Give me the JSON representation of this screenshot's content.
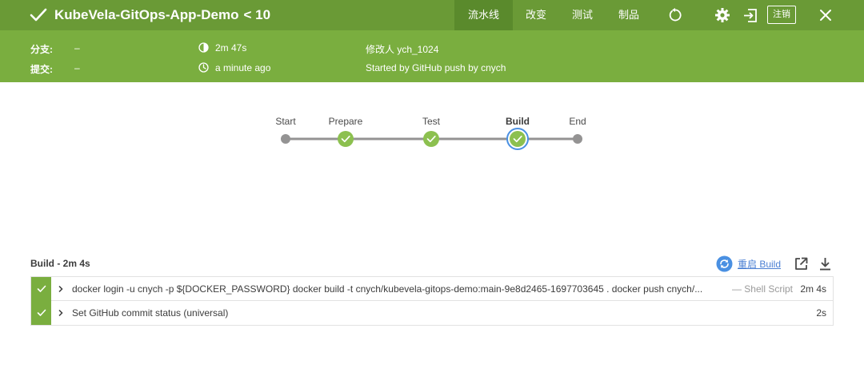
{
  "header": {
    "app_title": "KubeVela-GitOps-App-Demo",
    "run_number": "< 10",
    "tabs": [
      {
        "label": "流水线",
        "active": true
      },
      {
        "label": "改变",
        "active": false
      },
      {
        "label": "测试",
        "active": false
      },
      {
        "label": "制品",
        "active": false
      }
    ],
    "logout_label": "注销",
    "icons": [
      "check-icon",
      "replay-icon",
      "gear-icon",
      "exit-icon",
      "close-icon"
    ],
    "colors": {
      "bar": "#6a9a36",
      "active_tab": "#5a8a2c",
      "info_band": "#7aae3f"
    }
  },
  "info": {
    "branch_label": "分支:",
    "branch_value": "–",
    "commit_label": "提交:",
    "commit_value": "–",
    "duration": "2m 47s",
    "time_ago": "a minute ago",
    "changed_by": "修改人 ych_1024",
    "cause": "Started by GitHub push by cnych"
  },
  "pipeline": {
    "stages": [
      {
        "label": "Start",
        "kind": "terminal"
      },
      {
        "label": "Prepare",
        "kind": "success"
      },
      {
        "label": "Test",
        "kind": "success"
      },
      {
        "label": "Build",
        "kind": "selected"
      },
      {
        "label": "End",
        "kind": "terminal"
      }
    ],
    "colors": {
      "success": "#8cc04f",
      "terminal": "#949393",
      "selected_ring": "#4a90e2",
      "line": "#949393"
    }
  },
  "build": {
    "heading": "Build - 2m 4s",
    "restart_label": "重启 Build",
    "steps": [
      {
        "text": "docker login -u cnych -p ${DOCKER_PASSWORD} docker build -t cnych/kubevela-gitops-demo:main-9e8d2465-1697703645 . docker push cnych/...",
        "type": "— Shell Script",
        "duration": "2m 4s"
      },
      {
        "text": "Set GitHub commit status (universal)",
        "type": "",
        "duration": "2s"
      }
    ]
  }
}
